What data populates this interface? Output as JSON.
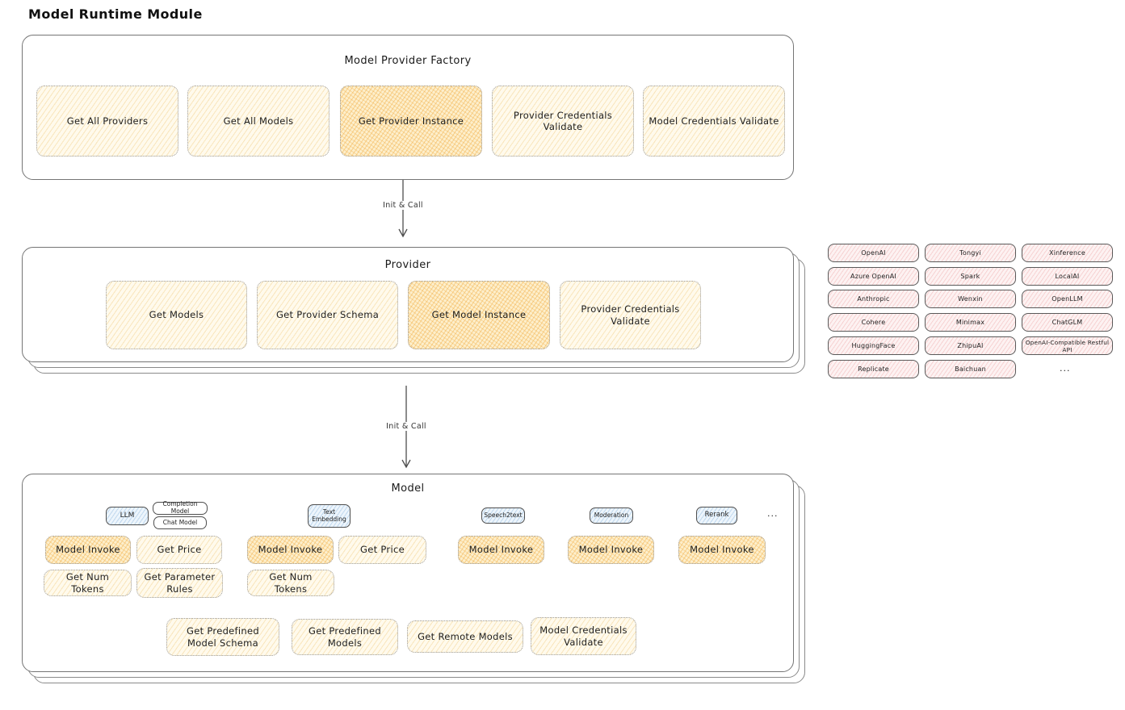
{
  "page_title": "Model Runtime Module",
  "factory": {
    "title": "Model Provider Factory",
    "boxes": [
      {
        "label": "Get All Providers",
        "highlighted": false
      },
      {
        "label": "Get All Models",
        "highlighted": false
      },
      {
        "label": "Get Provider Instance",
        "highlighted": true
      },
      {
        "label": "Provider Credentials Validate",
        "highlighted": false
      },
      {
        "label": "Model Credentials Validate",
        "highlighted": false
      }
    ]
  },
  "arrow1": {
    "label": "Init & Call"
  },
  "arrow2": {
    "label": "Init & Call"
  },
  "provider": {
    "title": "Provider",
    "boxes": [
      {
        "label": "Get Models",
        "highlighted": false
      },
      {
        "label": "Get Provider Schema",
        "highlighted": false
      },
      {
        "label": "Get Model Instance",
        "highlighted": true
      },
      {
        "label": "Provider Credentials Validate",
        "highlighted": false
      }
    ]
  },
  "provider_list": {
    "items": [
      "OpenAI",
      "Tongyi",
      "Xinference",
      "Azure OpenAI",
      "Spark",
      "LocalAI",
      "Anthropic",
      "Wenxin",
      "OpenLLM",
      "Cohere",
      "Minimax",
      "ChatGLM",
      "HuggingFace",
      "ZhipuAI",
      "OpenAI-Compatible Restful API",
      "Replicate",
      "Baichuan"
    ],
    "more_label": "..."
  },
  "model": {
    "title": "Model",
    "tags": {
      "llm": "LLM",
      "completion_model": "Completion Model",
      "chat_model": "Chat Model",
      "text_embedding": "Text Embedding",
      "speech2text": "Speech2text",
      "moderation": "Moderation",
      "rerank": "Rerank",
      "more_label": "..."
    },
    "llm": {
      "invoke": "Model Invoke",
      "get_price": "Get Price",
      "get_num_tokens": "Get Num Tokens",
      "get_parameter_rules": "Get Parameter Rules"
    },
    "text_embedding": {
      "invoke": "Model Invoke",
      "get_price": "Get Price",
      "get_num_tokens": "Get Num Tokens"
    },
    "speech2text": {
      "invoke": "Model Invoke"
    },
    "moderation": {
      "invoke": "Model Invoke"
    },
    "rerank": {
      "invoke": "Model Invoke"
    },
    "shared": [
      {
        "label": "Get Predefined Model Schema"
      },
      {
        "label": "Get Predefined Models"
      },
      {
        "label": "Get Remote Models"
      },
      {
        "label": "Model Credentials Validate"
      }
    ]
  },
  "colors": {
    "yellow_fill": "#fffaec",
    "yellow_hatch": "#eab34e",
    "orange_fill": "#fdefcc",
    "orange_hatch": "#f0a83a",
    "pink_fill": "#fdf2f2",
    "pink_hatch": "#e48080",
    "blue_fill": "#edf5fc",
    "blue_hatch": "#76a8d6",
    "panel_border": "#757575",
    "dotted_border": "#9b9b9b",
    "ink": "#1e1e1e"
  }
}
